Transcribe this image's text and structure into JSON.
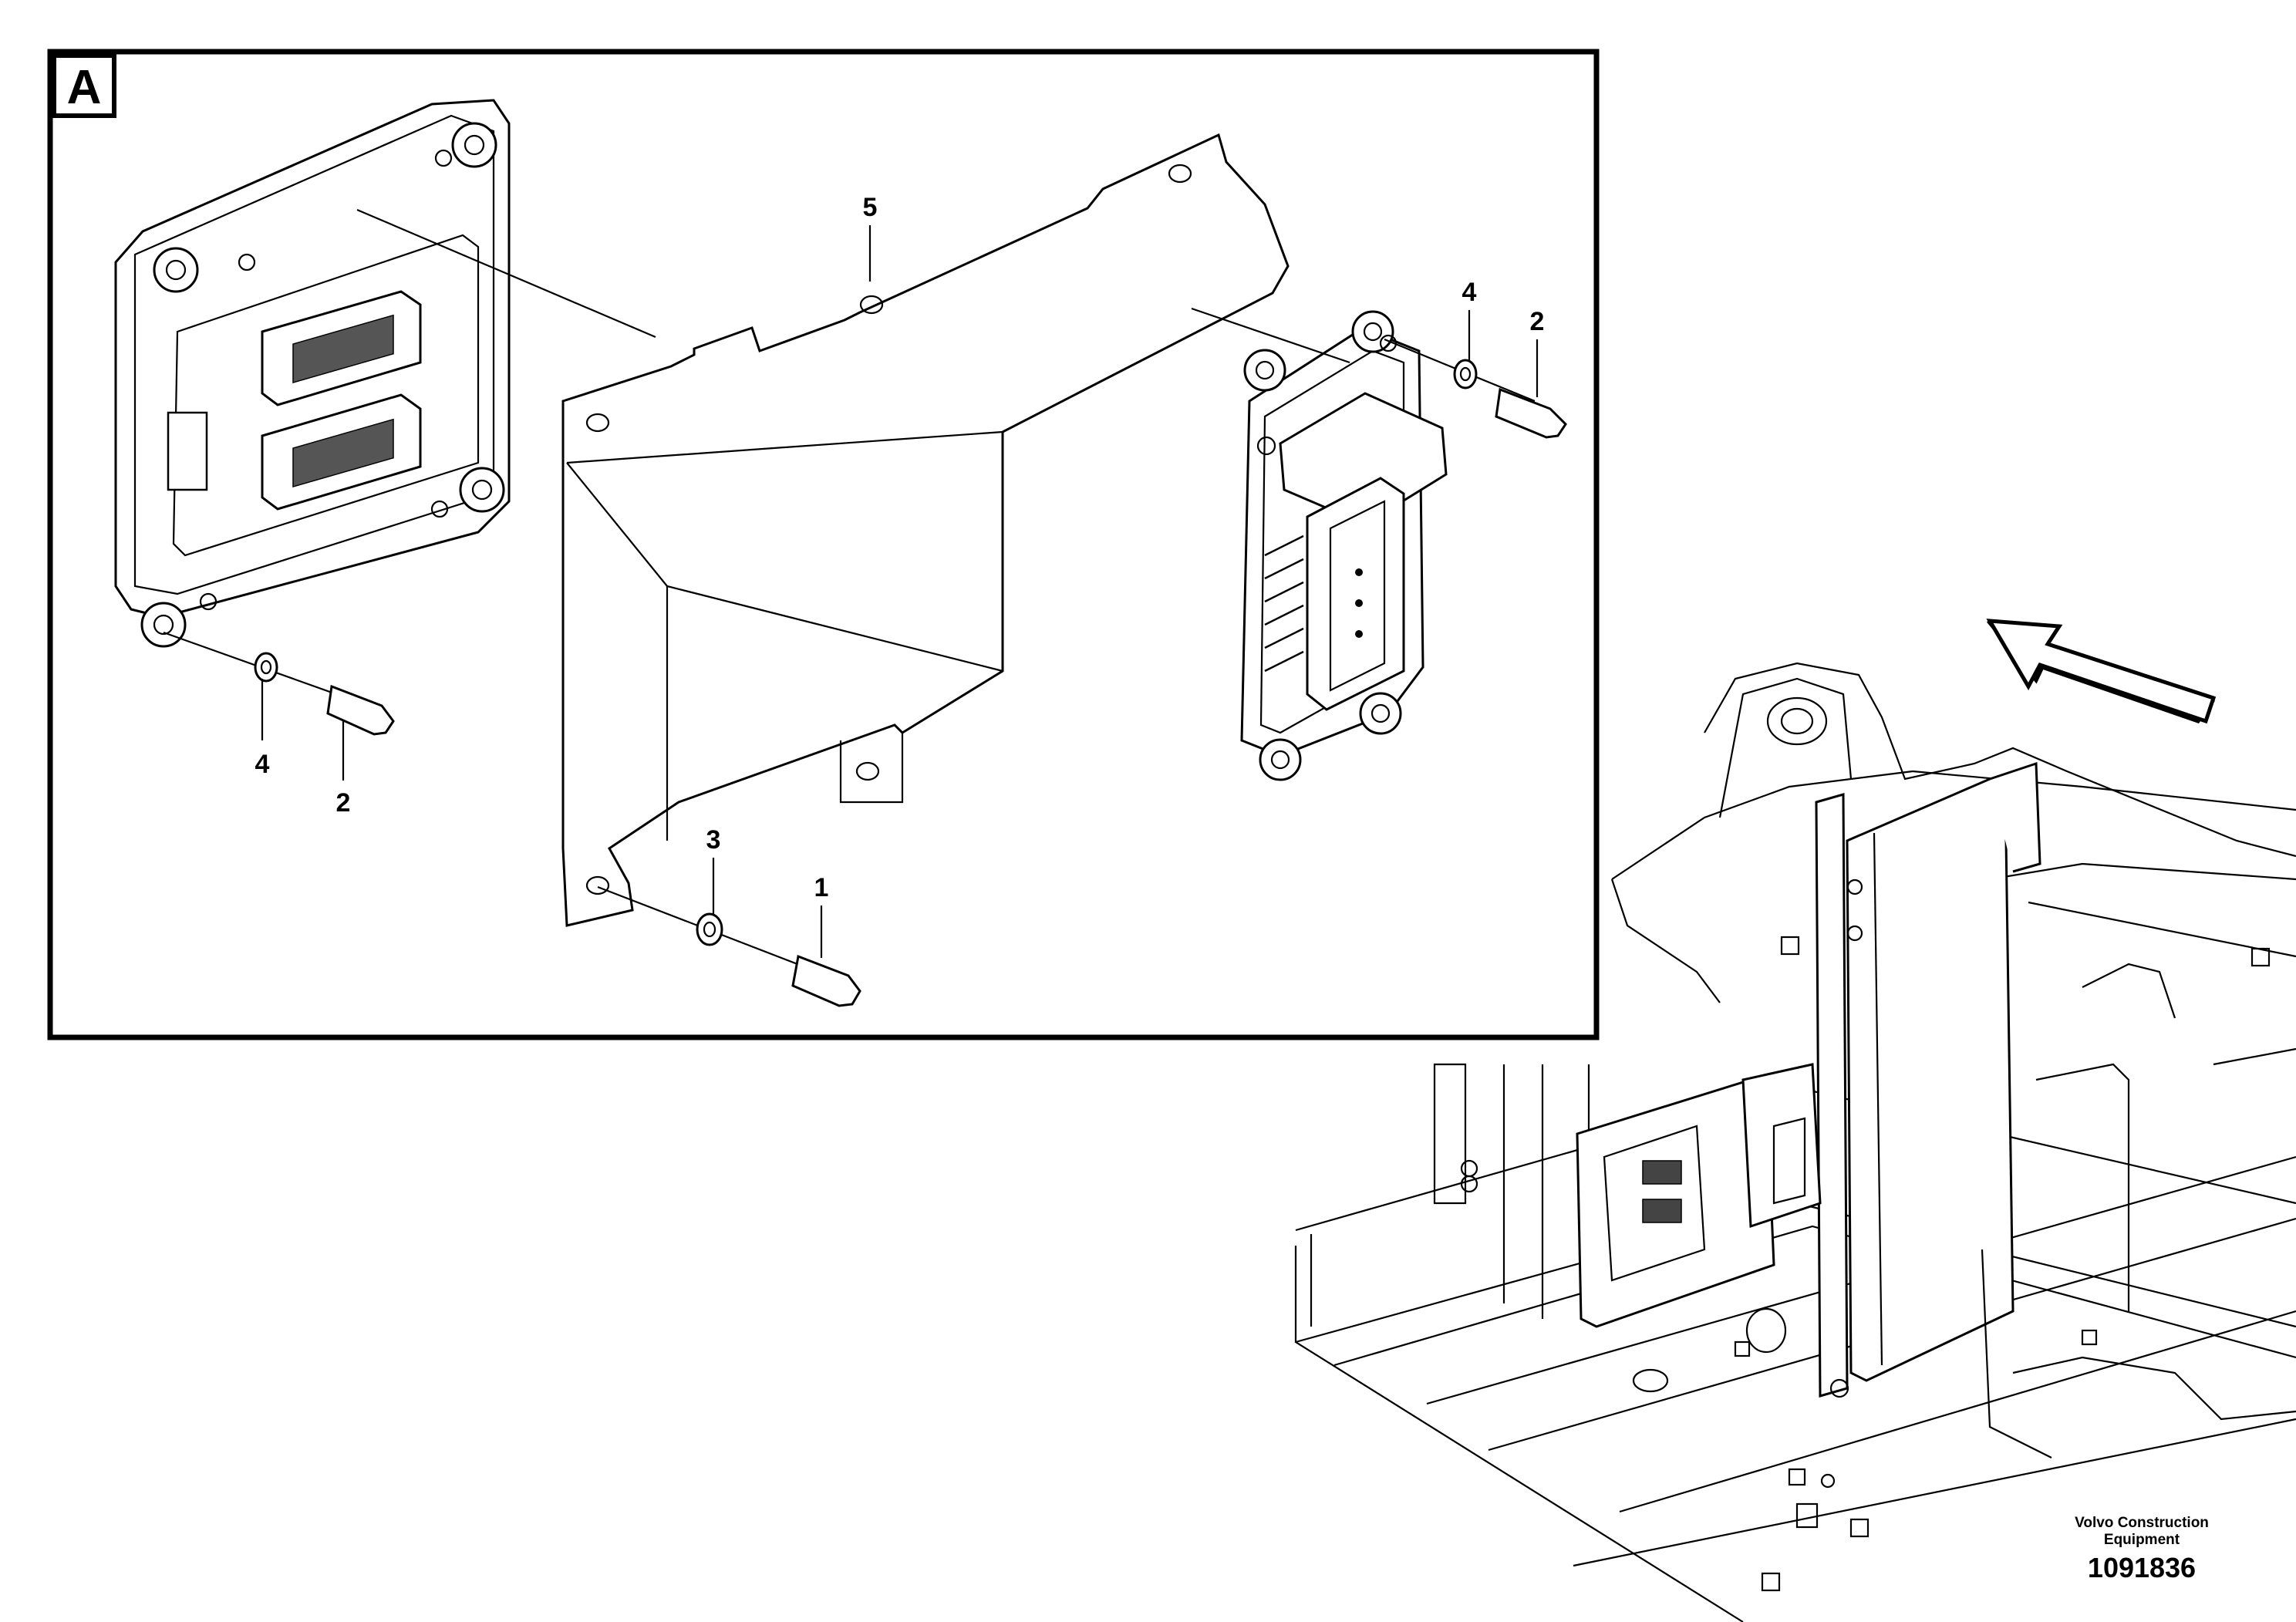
{
  "detail_view": {
    "label": "A"
  },
  "callouts": {
    "ecu_left_washer": "4",
    "ecu_left_bolt": "2",
    "bracket": "5",
    "ecu_right_washer": "4",
    "ecu_right_bolt": "2",
    "bracket_washer": "3",
    "bracket_bolt": "1"
  },
  "footer": {
    "company": "Volvo Construction Equipment",
    "drawing_number": "1091836"
  }
}
